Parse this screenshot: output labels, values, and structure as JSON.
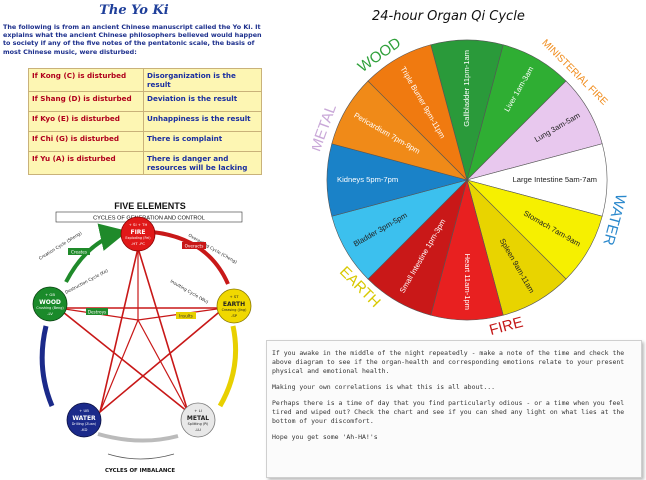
{
  "yoki": {
    "title": "The Yo Ki",
    "intro": "The following is from an ancient Chinese manuscript called the Yo Ki. It explains what the ancient Chinese philosophers believed would happen to society if any of the five notes of the pentatonic scale, the basis of most Chinese music, were disturbed:",
    "rows": [
      {
        "cause": "If Kong (C) is disturbed",
        "effect": "Disorganization is the result"
      },
      {
        "cause": "If Shang (D) is disturbed",
        "effect": "Deviation is the result"
      },
      {
        "cause": "If Kyo (E) is disturbed",
        "effect": "Unhappiness is the result"
      },
      {
        "cause": "If Chi (G) is disturbed",
        "effect": "There is complaint"
      },
      {
        "cause": "If Yu (A) is disturbed",
        "effect": "There is danger and resources will be lacking"
      }
    ]
  },
  "five_elements": {
    "title": "FIVE ELEMENTS",
    "subtitle": "CYCLES OF GENERATION AND CONTROL",
    "bottom_label": "CYCLES OF IMBALANCE",
    "cycle_labels": {
      "creation": "Creation Cycle (Sheng)",
      "overacting": "Overacting Cycle (Cheng)",
      "destruction": "Destruction Cycle (Ke)",
      "insulting": "Insulting Cycle (Wu)"
    },
    "nodes": [
      {
        "name": "FIRE",
        "top": "+ SI  + TH",
        "sub": "Exploding (Fei)",
        "bottom": "-HT  -PC",
        "color": "#e01818"
      },
      {
        "name": "EARTH",
        "top": "+ ST",
        "sub": "Creasing (Jing)",
        "bottom": "-SP",
        "color": "#f0d800"
      },
      {
        "name": "METAL",
        "top": "+ LI",
        "sub": "Splitting (Pi)",
        "bottom": "-LU",
        "color": "#e8e8e8"
      },
      {
        "name": "WATER",
        "top": "+ UB",
        "sub": "Drilling (Zuan)",
        "bottom": "-KD",
        "color": "#1b2a8a"
      },
      {
        "name": "WOOD",
        "top": "+ GB",
        "sub": "Crushing (Beng)",
        "bottom": "-LV",
        "color": "#1a8a2a"
      }
    ],
    "arrow_words": {
      "creates": "Creates",
      "destroys": "Destroys",
      "insults": "Insults",
      "overacts": "Overacts"
    }
  },
  "qi_cycle": {
    "title": "24-hour Organ Qi Cycle",
    "segments": [
      {
        "label": "Gallbladder 11pm-1am",
        "color": "#2a9a3a"
      },
      {
        "label": "Liver 1am-3am",
        "color": "#2fae33"
      },
      {
        "label": "Lung 3am-5am",
        "color": "#e8c8ee"
      },
      {
        "label": "Large Intestine 5am-7am",
        "color": "#ffffff"
      },
      {
        "label": "Stomach 7am-9am",
        "color": "#f6f000"
      },
      {
        "label": "Spleen 9am-11am",
        "color": "#e8d400"
      },
      {
        "label": "Heart 11am-1pm",
        "color": "#e82020"
      },
      {
        "label": "Small Intestine 1pm-3pm",
        "color": "#c91818"
      },
      {
        "label": "Bladder 3pm-5pm",
        "color": "#3cc0ee"
      },
      {
        "label": "Kidneys 5pm-7pm",
        "color": "#1a82c8"
      },
      {
        "label": "Pericardium 7pm-9pm",
        "color": "#f08a18"
      },
      {
        "label": "Triple Burner 9pm-11pm",
        "color": "#f07a10"
      }
    ],
    "elements": [
      {
        "name": "WOOD",
        "color": "#2fa03a"
      },
      {
        "name": "MINISTERIAL FIRE",
        "color": "#f08a18"
      },
      {
        "name": "WATER",
        "color": "#2a88cc"
      },
      {
        "name": "FIRE",
        "color": "#c41818"
      },
      {
        "name": "EARTH",
        "color": "#d8c800"
      },
      {
        "name": "METAL",
        "color": "#c9a8d8"
      }
    ]
  },
  "notes": {
    "paragraphs": [
      "If you awake in the middle of the night repeatedly - make a note of the time and check the above diagram to see if the organ-health and corresponding emotions relate to your present physical and emotional health.",
      "Making your own correlations is what this is all about...",
      "Perhaps there is a time of day that you find particularly odious - or a time when you feel tired and wiped out? Check the chart and see if you can shed any light on what lies at the bottom of your discomfort.",
      "Hope you get some 'Ah-HA!'s"
    ]
  }
}
